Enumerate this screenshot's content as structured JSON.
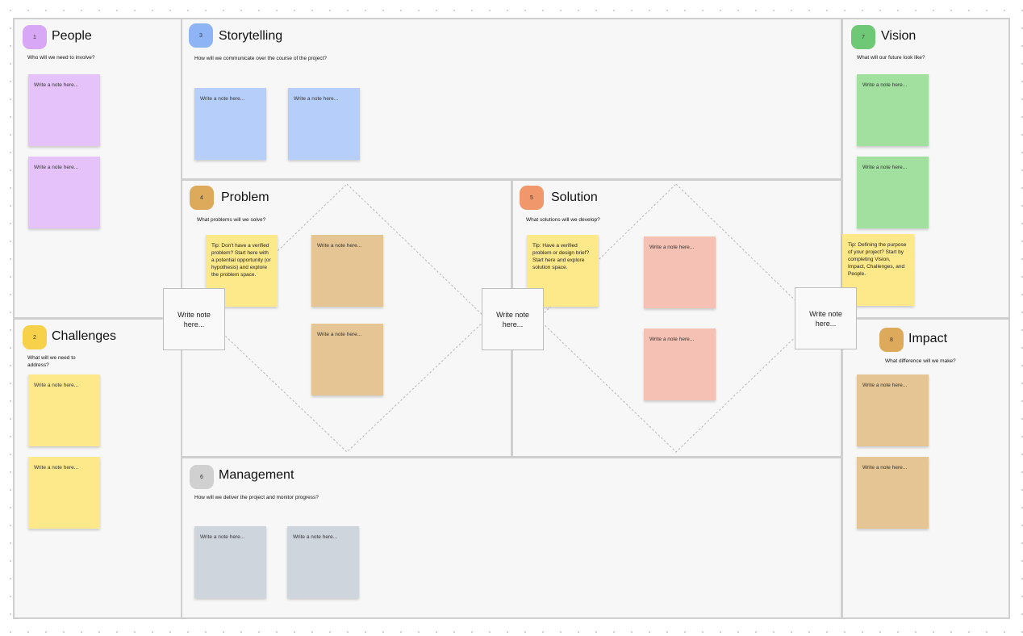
{
  "note_placeholder": "Write a note here...",
  "colors": {
    "people": "#e6c2fb",
    "storytelling": "#b6cffa",
    "vision": "#a2e0a0",
    "challenges": "#fde88a",
    "problem": "#e4c593",
    "solution": "#f4c1b4",
    "management": "#cfd5dc",
    "impact": "#e4c593",
    "tip": "#fde88a"
  },
  "sections": {
    "people": {
      "number": "1",
      "title": "People",
      "question": "Who will we need to involve?",
      "badge_color": "#d8a8f6"
    },
    "challenges": {
      "number": "2",
      "title": "Challenges",
      "question": "What will we need to address?",
      "badge_color": "#f7d14a"
    },
    "storytelling": {
      "number": "3",
      "title": "Storytelling",
      "question": "How will we communicate over the course of the project?",
      "badge_color": "#8fb4f6"
    },
    "problem": {
      "number": "4",
      "title": "Problem",
      "question": "What problems will we solve?",
      "badge_color": "#dda95a",
      "tip": "Tip: Don't have a verified problem? Start here with a potential opportunity (or hypothesis) and explore the problem space."
    },
    "solution": {
      "number": "5",
      "title": "Solution",
      "question": "What solutions will we develop?",
      "badge_color": "#f0986c",
      "tip": "Tip: Have a verified problem or design brief? Start here and explore solution space."
    },
    "management": {
      "number": "6",
      "title": "Management",
      "question": "How will we deliver the project and monitor progress?",
      "badge_color": "#d0d0d0"
    },
    "vision": {
      "number": "7",
      "title": "Vision",
      "question": "What will our future look like?",
      "badge_color": "#6ec875",
      "tip": "Tip: Defining the purpose of your project? Start by completing Vision, Impact, Challenges, and People."
    },
    "impact": {
      "number": "8",
      "title": "Impact",
      "question": "What difference will we make?",
      "badge_color": "#dda95a"
    }
  },
  "connectors": {
    "label": "Write note here..."
  }
}
